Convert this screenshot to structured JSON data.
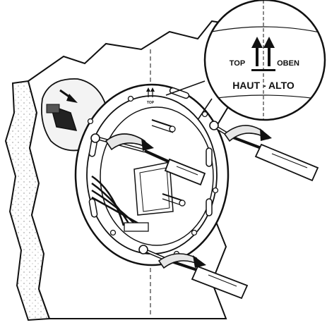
{
  "zoom_callout": {
    "label_top": "TOP",
    "label_oben": "OBEN",
    "label_haut_alto": "HAUT - ALTO"
  },
  "ring_marking": {
    "label": "TOP"
  },
  "colors": {
    "stroke": "#111111",
    "wall_fill": "#ffffff",
    "arrow_fill": "#e6e6e6"
  }
}
